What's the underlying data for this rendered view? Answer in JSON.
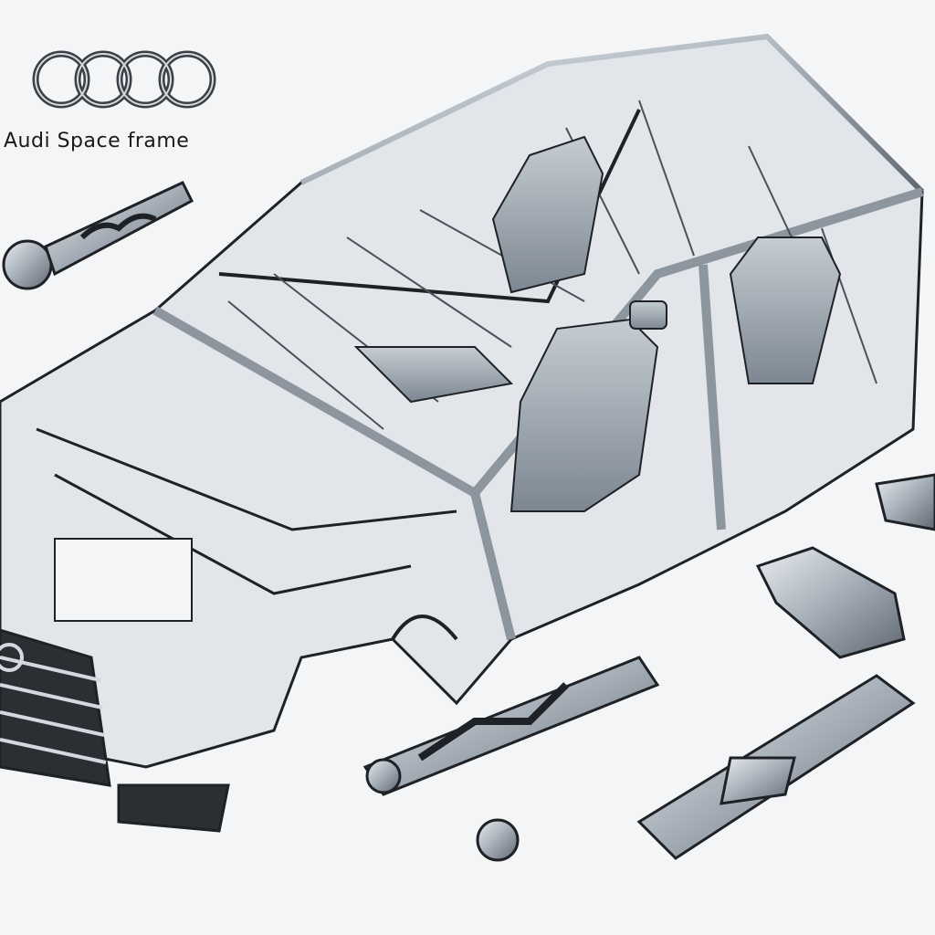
{
  "scene": {
    "description": "Technical sketch illustration of an Audi aluminium space frame car body with seats, suspension and chassis parts",
    "background_color": "#f4f5f6",
    "metal_color": "#9aa3ad",
    "ink_color": "#1e2226"
  },
  "branding": {
    "logo": "audi-four-rings",
    "caption": "Audi Space frame"
  },
  "components": [
    {
      "name": "car-body-frame"
    },
    {
      "name": "front-seat"
    },
    {
      "name": "rear-seat"
    },
    {
      "name": "front-grille"
    },
    {
      "name": "shock-absorber-top-left"
    },
    {
      "name": "suspension-strut-bottom"
    },
    {
      "name": "subframe-bottom-right"
    },
    {
      "name": "control-arm-right"
    },
    {
      "name": "bracket-right"
    }
  ]
}
